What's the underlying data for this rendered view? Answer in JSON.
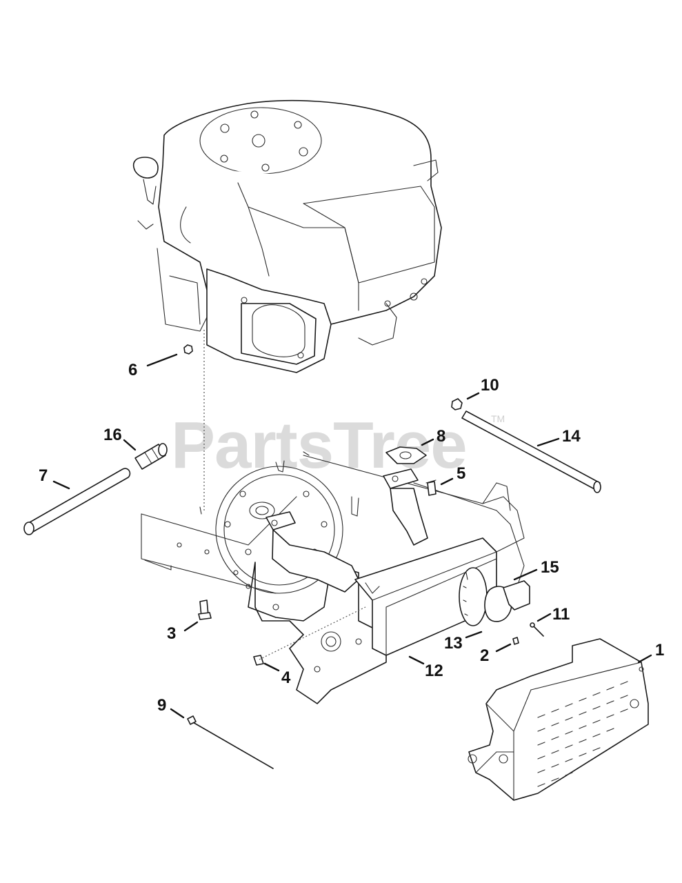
{
  "watermark": {
    "text": "PartsTree",
    "trademark": "TM"
  },
  "callouts": [
    {
      "id": "c1",
      "label": "1"
    },
    {
      "id": "c2",
      "label": "2"
    },
    {
      "id": "c3",
      "label": "3"
    },
    {
      "id": "c4",
      "label": "4"
    },
    {
      "id": "c5",
      "label": "5"
    },
    {
      "id": "c6",
      "label": "6"
    },
    {
      "id": "c7",
      "label": "7"
    },
    {
      "id": "c8",
      "label": "8"
    },
    {
      "id": "c9",
      "label": "9"
    },
    {
      "id": "c10",
      "label": "10"
    },
    {
      "id": "c11",
      "label": "11"
    },
    {
      "id": "c12",
      "label": "12"
    },
    {
      "id": "c13",
      "label": "13"
    },
    {
      "id": "c14",
      "label": "14"
    },
    {
      "id": "c15",
      "label": "15"
    },
    {
      "id": "c16",
      "label": "16"
    }
  ],
  "colors": {
    "line": "#1a1a1a",
    "background": "#ffffff",
    "watermark": "#cfcfcf"
  }
}
